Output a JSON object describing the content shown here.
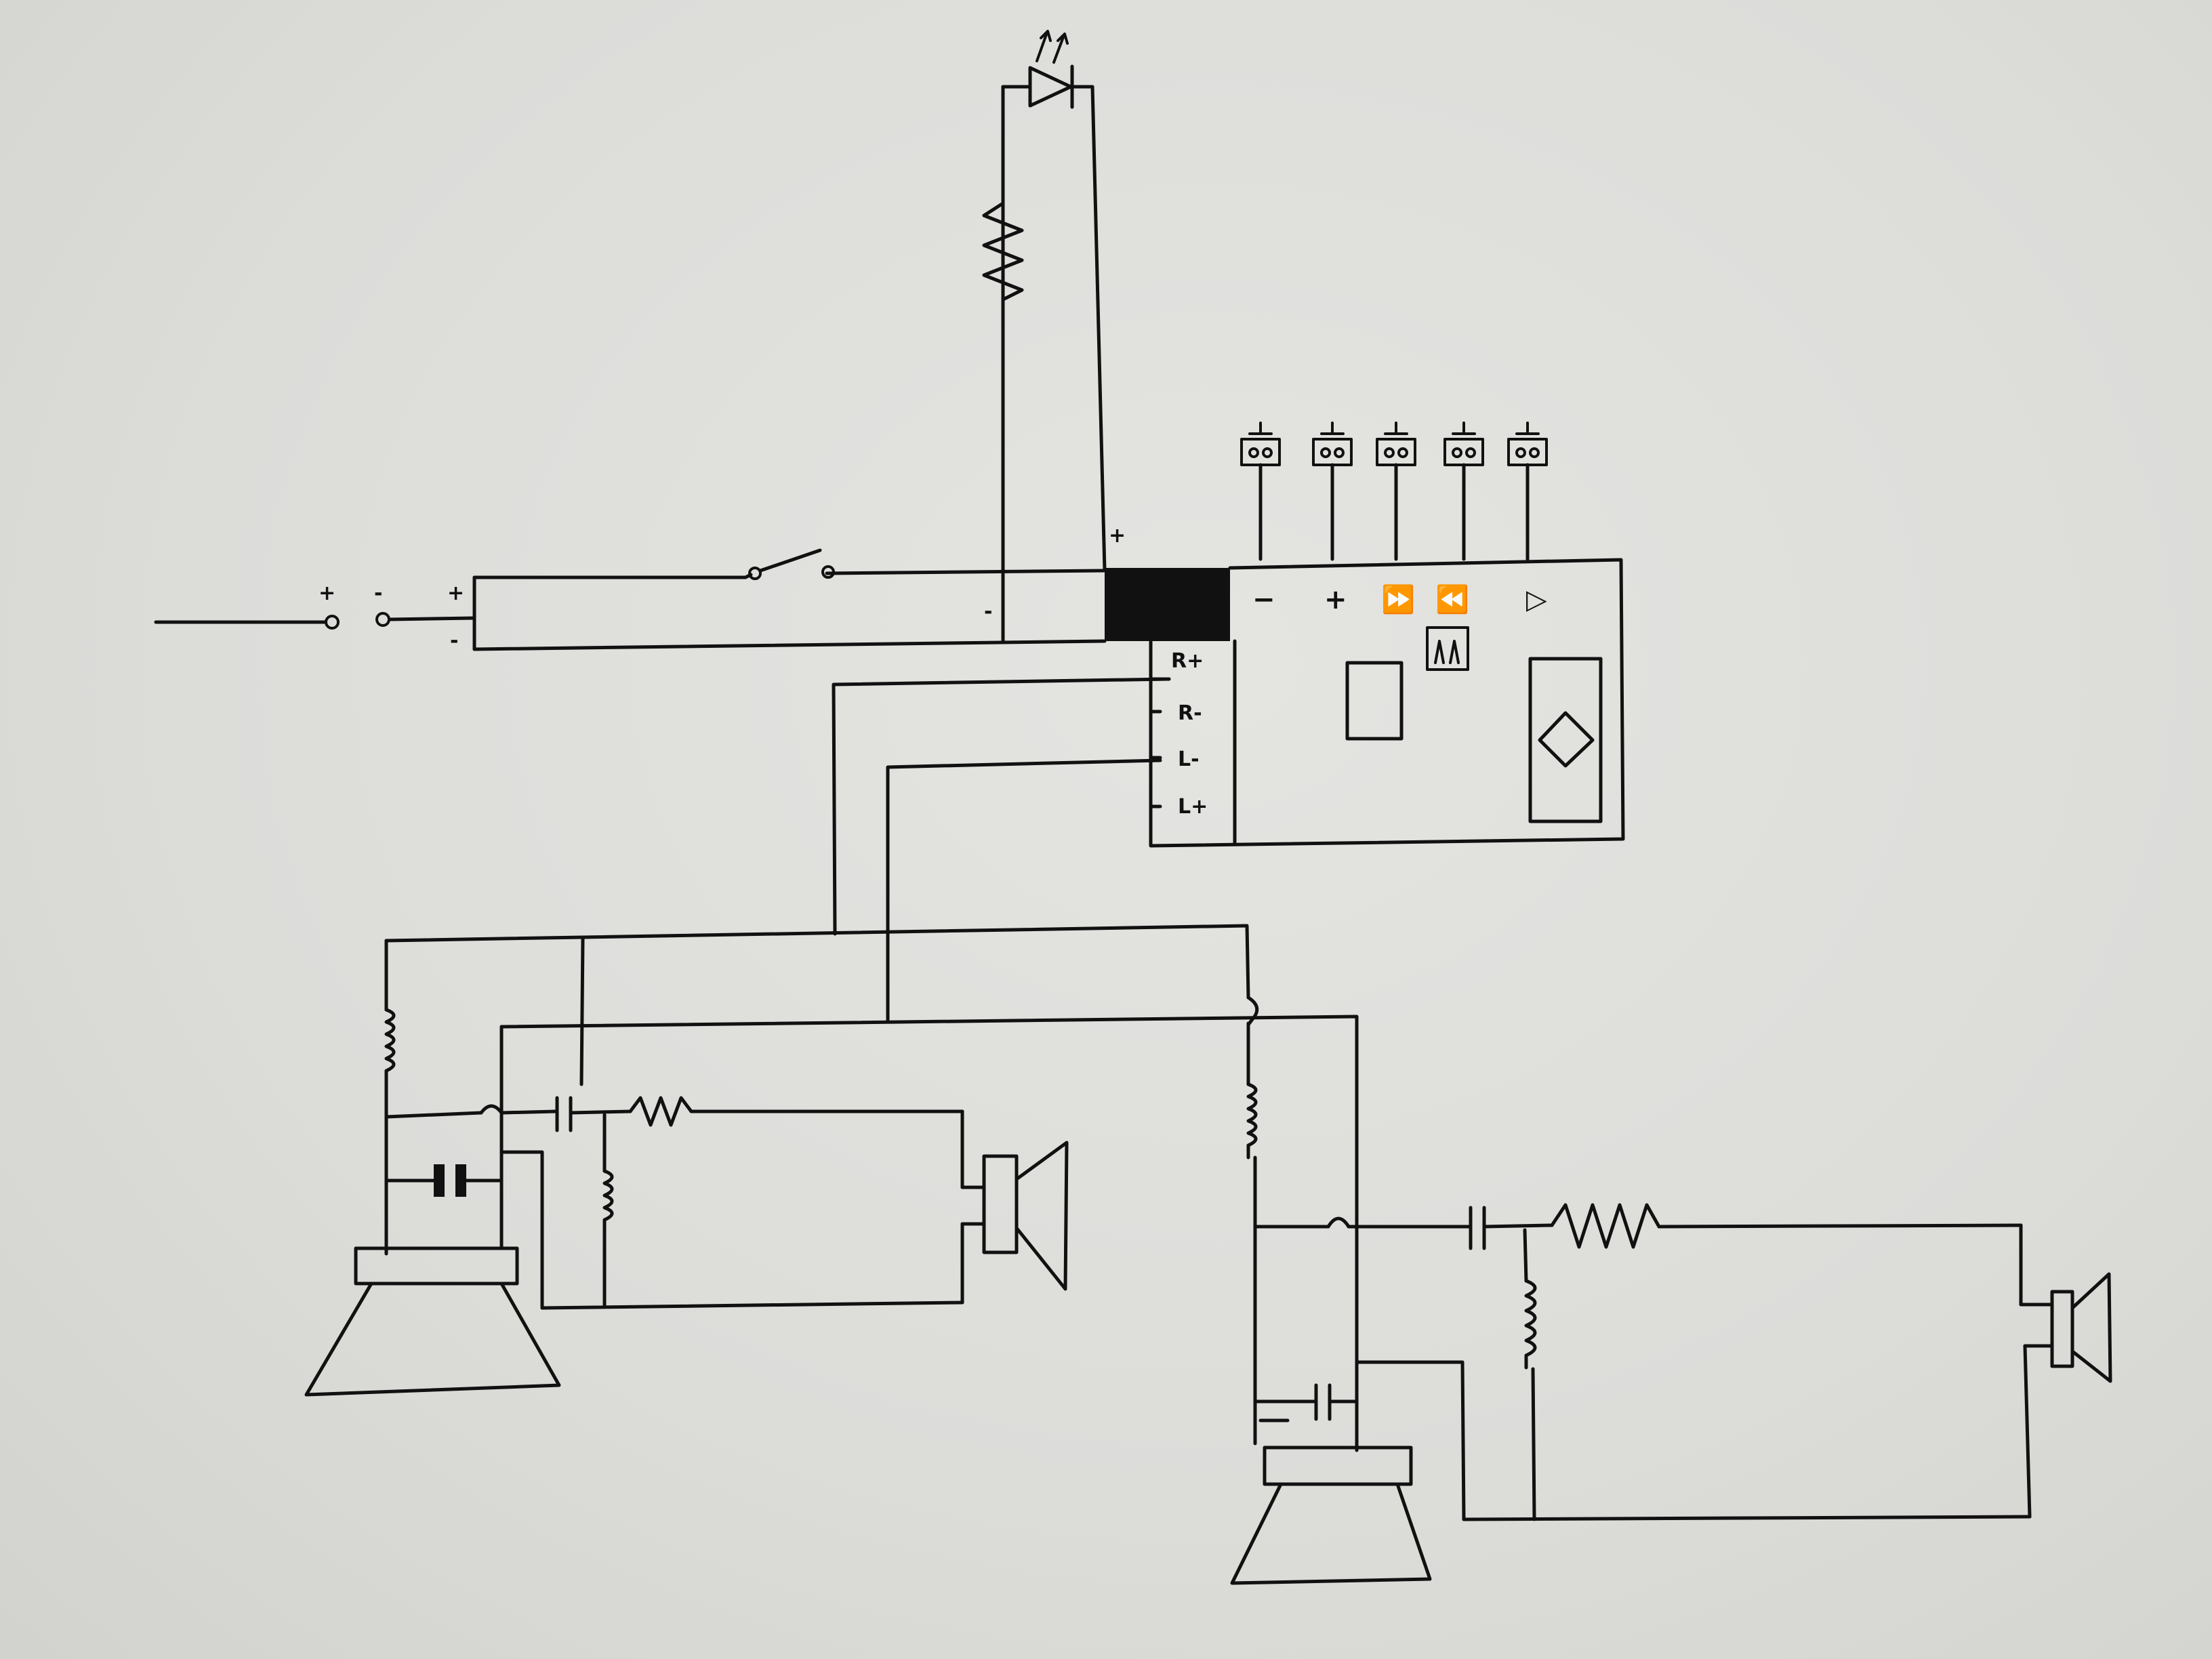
{
  "power_input": {
    "plus_label": "+",
    "minus_label": "-",
    "board_plus": "+",
    "board_minus": "-"
  },
  "led_branch": {
    "plus_label": "+",
    "minus_label": "-"
  },
  "module": {
    "button_labels": [
      "−",
      "+",
      "⏩",
      "⏪",
      "▷"
    ],
    "pins": [
      "R+",
      "R-",
      "L-",
      "L+"
    ]
  },
  "colors": {
    "ink": "#111111",
    "paper": "#dedfdb"
  }
}
